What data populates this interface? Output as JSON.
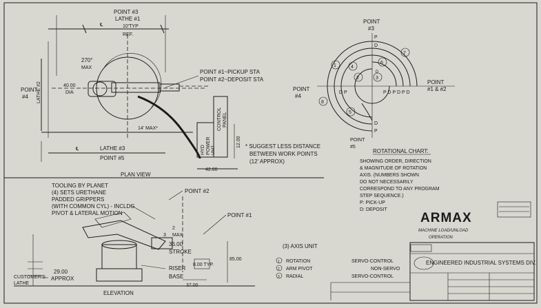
{
  "top": {
    "point3_label": "POINT #3",
    "lathe1_label": "LATHE #1",
    "dim_typ": "10'TYP",
    "dim_ref": "REF."
  },
  "plan": {
    "lathe2_label": "LATHE #2",
    "point4_label": "POINT",
    "point4_num": "#4",
    "angle_label": "270°",
    "angle_max": "MAX",
    "dia_value": "40.00",
    "dia_label": "DIA",
    "pickup_note": "POINT #1~PICKUP STA",
    "deposit_note": "POINT #2~DEPOSIT STA",
    "max_dim": "14' MAX*",
    "lathe3_label": "LATHE #3",
    "point5_label": "POINT #5",
    "hyd_label_1": "HYD",
    "hyd_label_2": "POWER",
    "hyd_label_3": "UNIT",
    "control_label_1": "CONTROL",
    "control_label_2": "PANEL",
    "dim_1200": "12.00",
    "dim_4200": "42.00",
    "note_1": "* SUGGEST LESS DISTANCE",
    "note_2": "BETWEEN WORK POINTS",
    "note_3": "(12' APPROX)",
    "view_title": "PLAN VIEW"
  },
  "chart": {
    "point3_label": "POINT",
    "point3_num": "#3",
    "point4_label": "POINT",
    "point4_num": "#4",
    "point12_label": "POINT",
    "point12_num": "#1 & #2",
    "point5_label": "POINT",
    "point5_num": "#5",
    "markers": [
      "1",
      "2",
      "3",
      "4",
      "5",
      "6",
      "7",
      "8"
    ],
    "pd_row": "P D P D P D",
    "dp_left": "D P",
    "p_top": "P",
    "d_top": "D",
    "d_bot": "D",
    "p_bot": "P",
    "d_inner": "D",
    "title": "ROTATIONAL CHART:",
    "desc": [
      "SHOWING ORDER, DIRECTION",
      "& MAGNITUDE OF ROTATION",
      "AXIS. (NUMBERS SHOWN",
      "DO NOT NECESSARILY",
      "CORRESPOND TO ANY PROGRAM",
      "STEP SEQUENCE.)",
      "P: PICK-UP",
      "D: DEPOSIT"
    ]
  },
  "elevation": {
    "tooling": [
      "TOOLING BY PLANET",
      "(4) SETS URETHANE",
      "PADDED GRIPPERS",
      "(WITH COMMON CYL) - INCLDG",
      "PIVOT & LATERAL MOTION"
    ],
    "point2": "POINT #2",
    "point1": "POINT #1",
    "dim_2": "2",
    "dim_3": "3",
    "max": "MAX",
    "dim_3600": "36.00",
    "stroke": "STROKE",
    "riser_1": "RISER",
    "riser_2": "BASE",
    "dim_800": "8.00 TYP.",
    "dim_3700": "37.00",
    "dim_8500": "85.00",
    "dim_2900": "29.00",
    "approx": "APPROX",
    "customer_1": "CUSTOMER'S",
    "customer_2": "LATHE",
    "view_title": "ELEVATION"
  },
  "axis": {
    "title": "(3) AXIS UNIT",
    "rows": [
      {
        "num": "1",
        "name": "ROTATION",
        "type": "SERVO-CONTROL"
      },
      {
        "num": "2",
        "name": "ARM PIVOT",
        "type": "NON-SERVO"
      },
      {
        "num": "3",
        "name": "RADIAL",
        "type": "SERVO-CONTROL"
      }
    ]
  },
  "brand": {
    "logo": "ARMAX",
    "subtitle_1": "MACHINE LOAD/UNLOAD",
    "subtitle_2": "OPERATION",
    "company": "ENGINEERED INDUSTRIAL SYSTEMS DIV."
  }
}
